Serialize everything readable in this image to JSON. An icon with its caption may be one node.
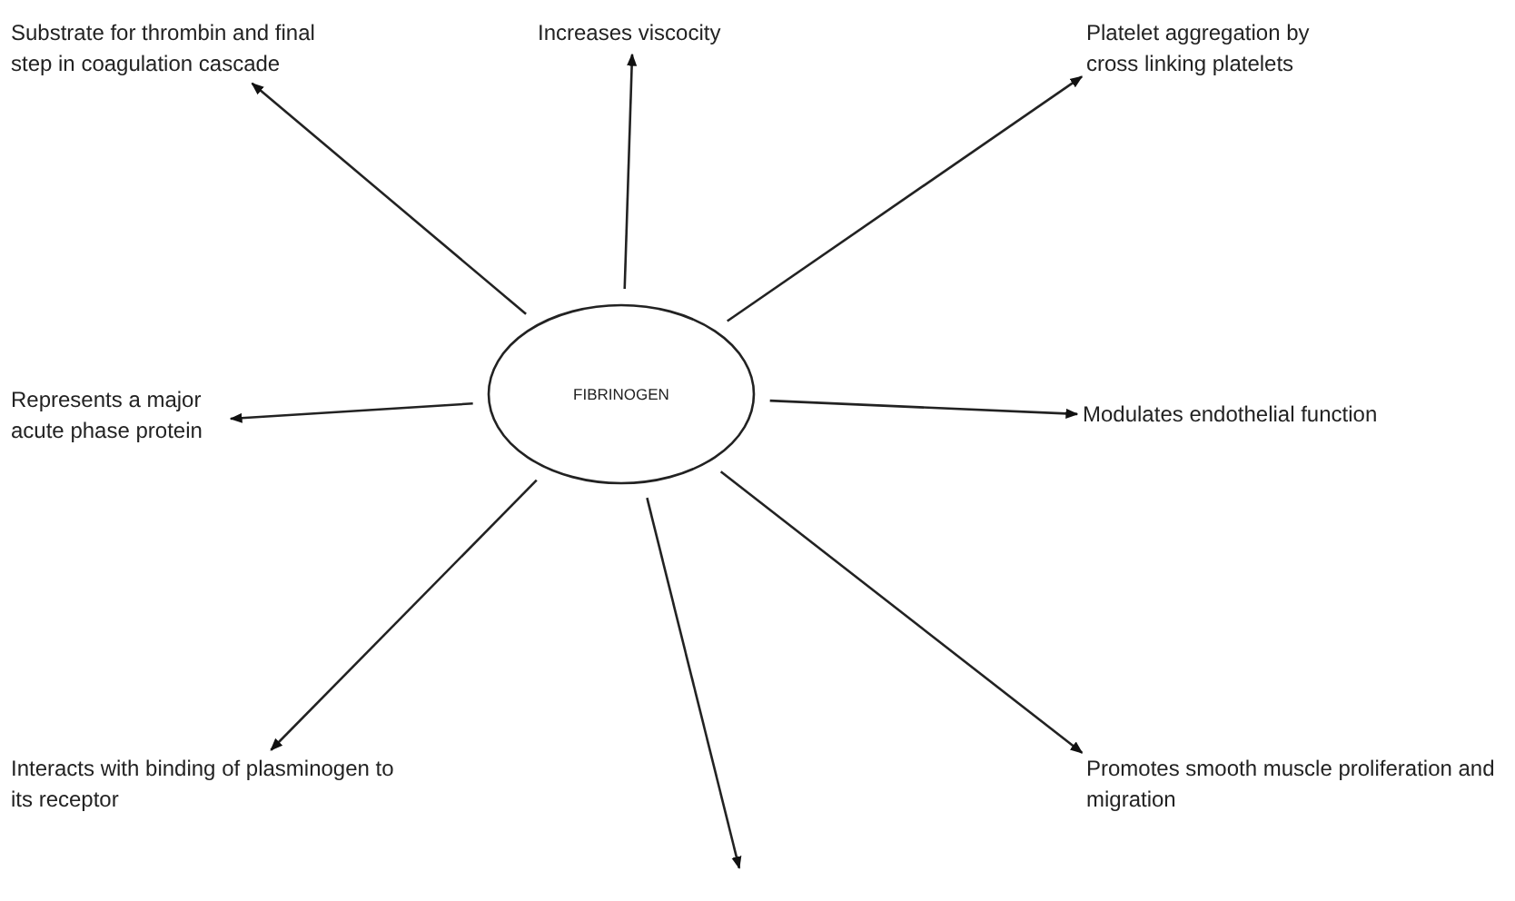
{
  "diagram": {
    "nodes": [
      {
        "text": [
          "FIBRINOGEN"
        ]
      },
      {
        "text": [
          "Substrate for thrombin and final step in coagulation cascade"
        ]
      },
      {
        "text": [
          "Increases viscocity"
        ]
      },
      {
        "text": [
          "Platelet aggregation by cross linking platelets"
        ]
      },
      {
        "text": [
          "Represents a major acute phase protein"
        ]
      },
      {
        "text": [
          "Modulates endothelial function"
        ]
      },
      {
        "text": [
          "Interacts with binding of plasminogen to its receptor"
        ]
      },
      {
        "text": [
          "Promotes smooth muscle proliferation and migration"
        ]
      }
    ],
    "edges": [
      {
        "from": 0,
        "to": 1,
        "arrow": "to"
      },
      {
        "from": 0,
        "to": 2,
        "arrow": "to"
      },
      {
        "from": 0,
        "to": 3,
        "arrow": "to"
      },
      {
        "from": 0,
        "to": 4,
        "arrow": "to"
      },
      {
        "from": 0,
        "to": 5,
        "arrow": "to"
      },
      {
        "from": 0,
        "to": 6,
        "arrow": "to"
      },
      {
        "from": 0,
        "to": 7,
        "arrow": "to"
      },
      {
        "from": 0,
        "to": null,
        "arrow": "to"
      }
    ]
  }
}
